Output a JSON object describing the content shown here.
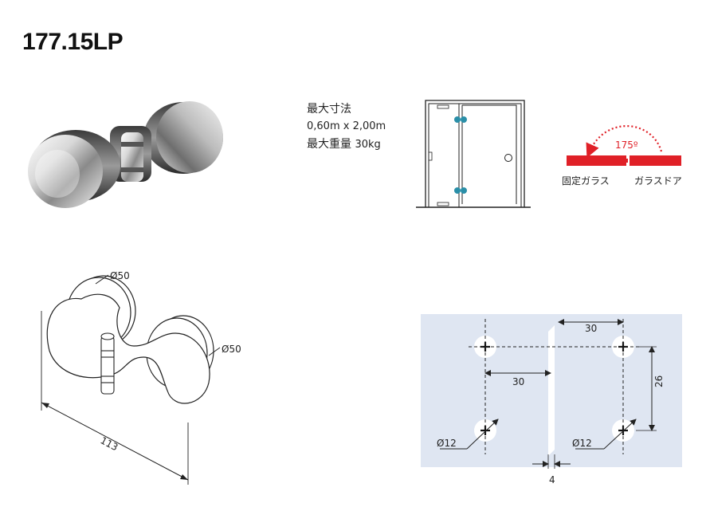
{
  "title": "177.15LP",
  "specs": {
    "max_size_label": "最大寸法",
    "max_size_value": "0,60m x 2,00m",
    "max_weight_label": "最大重量",
    "max_weight_value": "30kg"
  },
  "rotation": {
    "angle": "175º",
    "fixed_glass": "固定ガラス",
    "glass_door": "ガラスドア",
    "colors": {
      "bar": "#e02027",
      "arrow": "#e02027",
      "door_hinge": "#2a8fa8"
    }
  },
  "dimensions": {
    "diameter_top": "Ø50",
    "diameter_right": "Ø50",
    "length": "113"
  },
  "hole_pattern": {
    "h_top": "30",
    "h_mid": "30",
    "v_right": "26",
    "hole_left": "Ø12",
    "hole_right": "Ø12",
    "gap": "4",
    "colors": {
      "background": "#dfe6f2"
    }
  }
}
